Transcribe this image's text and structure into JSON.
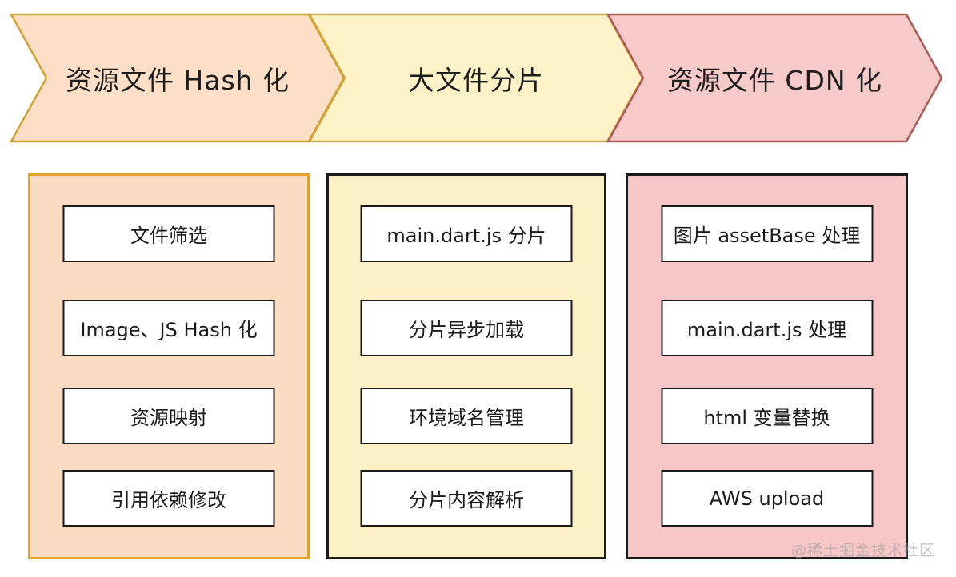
{
  "stages": [
    {
      "label": "资源文件 Hash 化",
      "fill": "#fcdfc6",
      "border": "#d2a12e"
    },
    {
      "label": "大文件分片",
      "fill": "#fdf1c8",
      "border": "#cfae4e"
    },
    {
      "label": "资源文件 CDN 化",
      "fill": "#f7caca",
      "border": "#ad5a57"
    }
  ],
  "panels": [
    {
      "fill": "#fbdcc2",
      "border": "#dda32b",
      "boxes": [
        "文件筛选",
        "Image、JS Hash 化",
        "资源映射",
        "引用依赖修改"
      ]
    },
    {
      "fill": "#fcf0c6",
      "border": "#1a1a1a",
      "boxes": [
        "main.dart.js 分片",
        "分片异步加载",
        "环境域名管理",
        "分片内容解析"
      ]
    },
    {
      "fill": "#f7c6c7",
      "border": "#1a1a1a",
      "boxes": [
        "图片 assetBase 处理",
        "main.dart.js 处理",
        "html 变量替换",
        "AWS upload"
      ]
    }
  ],
  "box_style": {
    "fill": "#ffffff",
    "border": "#1a1a1a",
    "text": "#1a1a1a"
  },
  "watermark": {
    "text": "@稀土掘金技术社区",
    "color": "#999999"
  }
}
